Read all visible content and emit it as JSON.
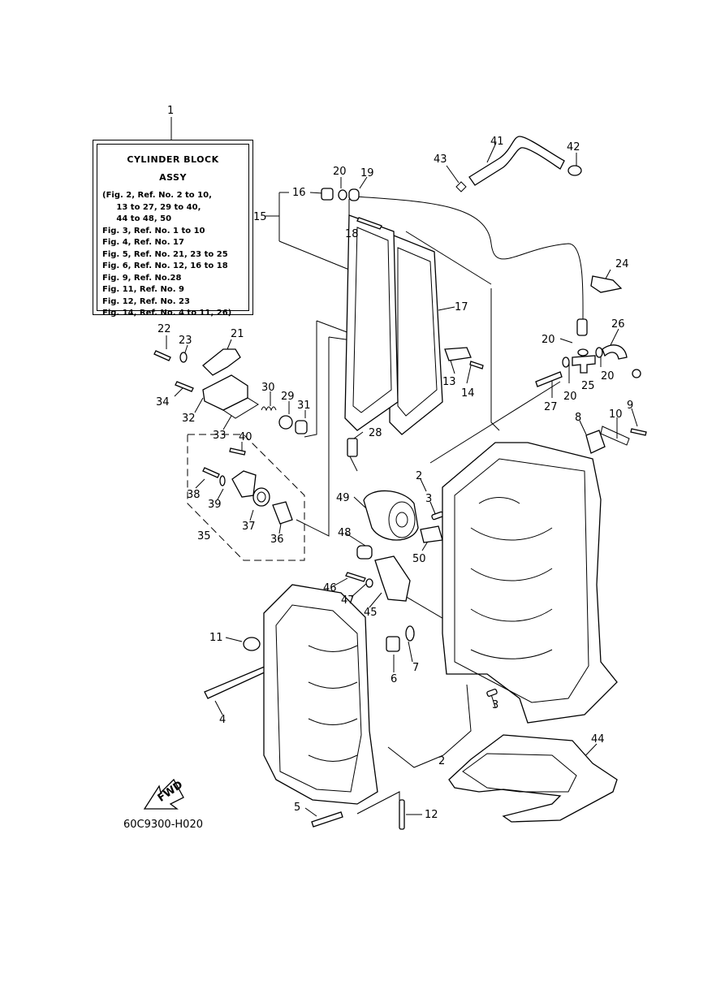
{
  "legend": {
    "title_line1": "CYLINDER BLOCK",
    "title_line2": "ASSY",
    "lines": [
      "(Fig. 2, Ref. No. 2 to 10,",
      "     13 to 27, 29 to 40,",
      "     44 to 48, 50",
      "Fig. 3, Ref. No. 1 to 10",
      "Fig. 4, Ref. No. 17",
      "Fig. 5, Ref. No. 21, 23 to 25",
      "Fig. 6, Ref. No. 12, 16 to 18",
      "Fig. 9, Ref. No.28",
      "Fig. 11, Ref. No. 9",
      "Fig. 12, Ref. No. 23",
      "Fig. 14, Ref. No. 4 to 11, 26)"
    ]
  },
  "figure_code": "60C9300-H020",
  "direction_label": "FWD",
  "callouts": [
    "1",
    "2",
    "2",
    "3",
    "3",
    "4",
    "5",
    "6",
    "7",
    "8",
    "9",
    "10",
    "11",
    "12",
    "13",
    "14",
    "15",
    "16",
    "17",
    "18",
    "19",
    "20",
    "20",
    "20",
    "20",
    "21",
    "22",
    "23",
    "24",
    "25",
    "26",
    "27",
    "28",
    "29",
    "30",
    "31",
    "32",
    "33",
    "34",
    "35",
    "36",
    "37",
    "38",
    "39",
    "40",
    "41",
    "42",
    "43",
    "44",
    "45",
    "46",
    "47",
    "48",
    "49",
    "50"
  ]
}
